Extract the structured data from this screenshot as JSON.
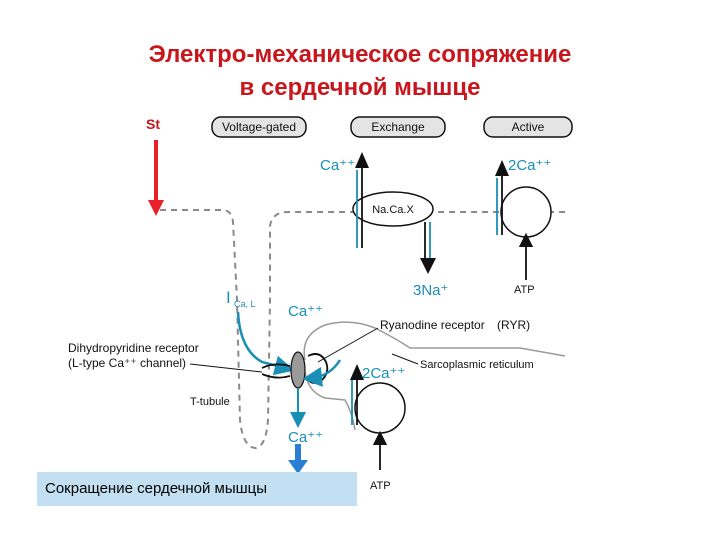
{
  "title": {
    "line1": "Электро-механическое сопряжение",
    "line2": "в сердечной мышце"
  },
  "stimulus_label": "St",
  "transport_types": {
    "voltage_gated": "Voltage-gated",
    "exchange": "Exchange",
    "active": "Active"
  },
  "labels": {
    "ca_exchange": "Ca⁺⁺",
    "two_ca_pump": "2Ca⁺⁺",
    "naca_exchanger": "Na.Ca.X",
    "three_na": "3Na⁺",
    "atp_top": "ATP",
    "i_ca": "I",
    "i_ca_sub": "Ca, L",
    "ca_influx": "Ca⁺⁺",
    "ryanodine_receptor": "Ryanodine receptor",
    "ryr_abbr": "(RYR)",
    "dhp_receptor_line1": "Dihydropyridine receptor",
    "dhp_receptor_line2": "(L-type Ca⁺⁺ channel)",
    "sarcoplasmic_reticulum": "Sarcoplasmic reticulum",
    "two_ca_serca": "2Ca⁺⁺",
    "t_tubule": "T-tubule",
    "ca_release": "Ca⁺⁺",
    "atp_bottom": "ATP"
  },
  "result_box": "Сокращение сердечной мышцы",
  "colors": {
    "title": "#c8161d",
    "teal": "#1a8fb5",
    "red_arrow": "#e8202a",
    "result_bg": "#c2e0f2"
  }
}
